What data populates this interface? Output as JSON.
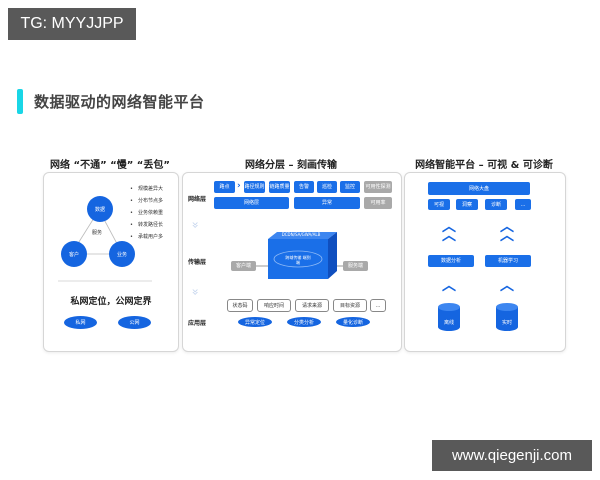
{
  "watermarks": {
    "top_left": "TG: MYYJJPP",
    "bottom_right": "www.qiegenji.com"
  },
  "page_title": "数据驱动的网络智能平台",
  "colors": {
    "accent_bar": "#19d6e6",
    "primary_blue": "#1565e0",
    "gray": "#a9a9a9"
  },
  "left": {
    "title": "网络 “不通” “慢” “丢包”",
    "triangle": {
      "top": "数据",
      "left": "客户",
      "right": "业务",
      "center": "服务"
    },
    "bullets": [
      "规模差异大",
      "分布节点多",
      "业务依赖重",
      "转发路径长",
      "承载用户多"
    ],
    "subtitle": "私网定位，公网定界",
    "ovals": [
      "私网",
      "公网"
    ]
  },
  "middle": {
    "title": "网络分层 – 刻画传输",
    "network_layer": {
      "label": "网络层",
      "top_row": [
        "路点",
        "路径规则",
        "链路质量",
        "告警",
        "巡检",
        "监控",
        "可用性探测"
      ],
      "bottom_row": [
        "网络层",
        "异常",
        "可用率"
      ]
    },
    "transport_layer": {
      "label": "传输层",
      "cube_top": "DCDN/SA/GWA/ALB",
      "cube_center": "跨域传输 端到端",
      "client_side": "客户端",
      "server_side": "服务端"
    },
    "application_layer": {
      "label": "应用层",
      "boxes": [
        "状态码",
        "响应时间",
        "请求来源",
        "目标资源",
        "..."
      ],
      "ovals": [
        "异常定位",
        "分类分析",
        "量化诊断"
      ]
    }
  },
  "right": {
    "title": "网络智能平台 – 可视 & 可诊断",
    "dashboard": "网络大盘",
    "row": [
      "可视",
      "洞察",
      "诊断",
      "..."
    ],
    "analysis": [
      "数据分析",
      "机器学习"
    ],
    "storage": [
      "离线",
      "实时"
    ]
  }
}
